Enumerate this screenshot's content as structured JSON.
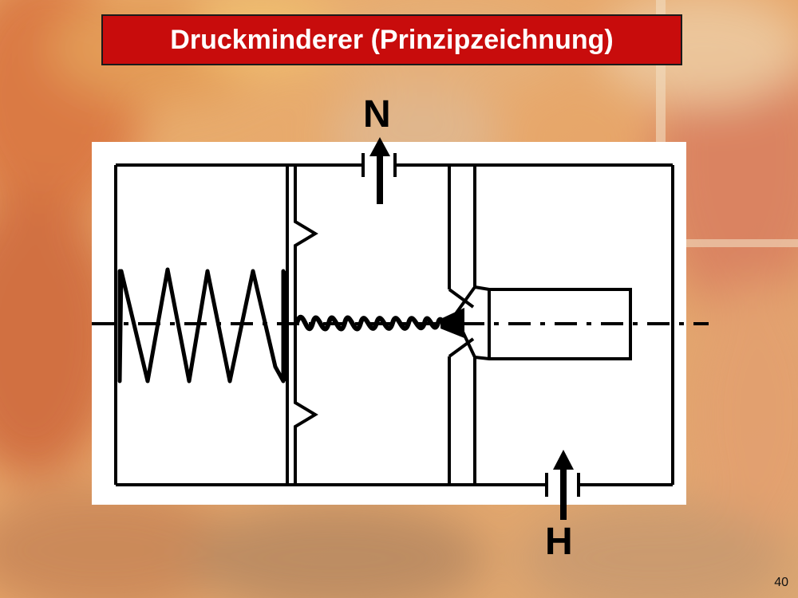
{
  "slide": {
    "title": "Druckminderer (Prinzipzeichnung)",
    "page_number": "40"
  },
  "diagram": {
    "ports": {
      "outlet_label": "N",
      "inlet_label": "H"
    }
  },
  "colors": {
    "title_background": "#c80c0c",
    "title_text": "#ffffff",
    "diagram_background": "#ffffff",
    "line_color": "#000000"
  }
}
